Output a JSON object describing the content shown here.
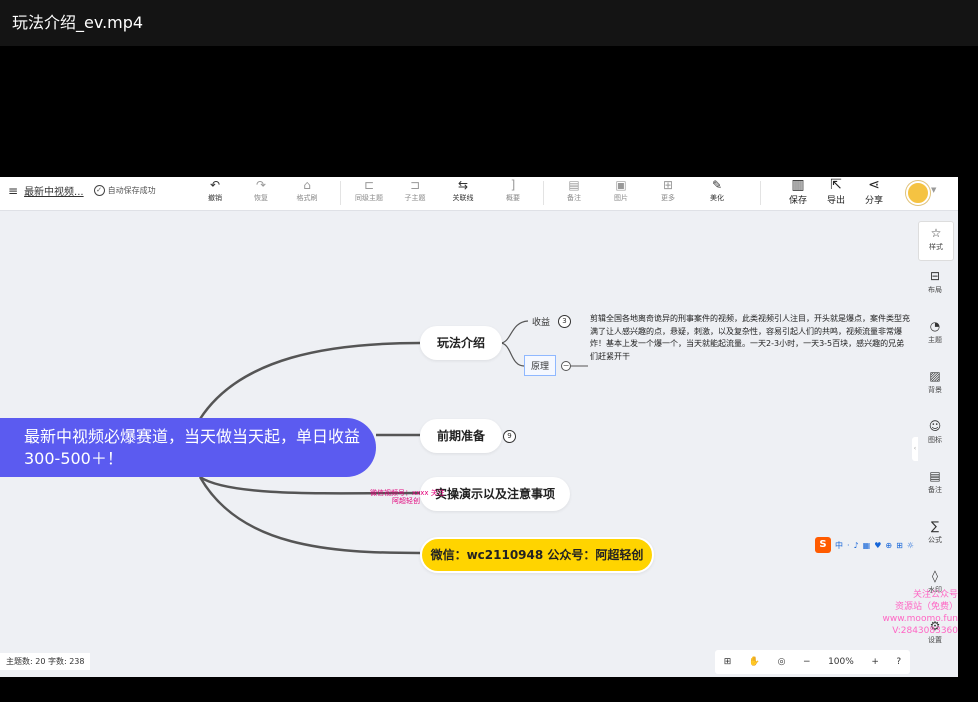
{
  "video": {
    "title": "玩法介绍_ev.mp4"
  },
  "app": {
    "doc_title": "最新中视频...",
    "autosave": "自动保存成功",
    "toolbar": [
      {
        "label": "撤销",
        "icon": "undo-icon",
        "glyph": "↶"
      },
      {
        "label": "恢复",
        "icon": "redo-icon",
        "glyph": "↷"
      },
      {
        "label": "格式刷",
        "icon": "format-brush-icon",
        "glyph": "⌂"
      },
      {
        "label": "同级主题",
        "icon": "sibling-topic-icon",
        "glyph": "⊏"
      },
      {
        "label": "子主题",
        "icon": "child-topic-icon",
        "glyph": "⊐"
      },
      {
        "label": "关联线",
        "icon": "relation-line-icon",
        "glyph": "⇆"
      },
      {
        "label": "概要",
        "icon": "summary-icon",
        "glyph": "]"
      },
      {
        "label": "备注",
        "icon": "note-icon",
        "glyph": "▤"
      },
      {
        "label": "图片",
        "icon": "image-icon",
        "glyph": "▣"
      },
      {
        "label": "更多",
        "icon": "more-icon",
        "glyph": "⊞"
      },
      {
        "label": "美化",
        "icon": "beautify-icon",
        "glyph": "✎"
      }
    ],
    "actions": [
      {
        "label": "保存",
        "icon": "save-icon",
        "glyph": "▥"
      },
      {
        "label": "导出",
        "icon": "export-icon",
        "glyph": "⇱"
      },
      {
        "label": "分享",
        "icon": "share-icon",
        "glyph": "⋖"
      }
    ],
    "sidebar": [
      {
        "label": "样式",
        "icon": "style-icon",
        "glyph": "☆"
      },
      {
        "label": "布局",
        "icon": "layout-icon",
        "glyph": "⊟"
      },
      {
        "label": "主题",
        "icon": "theme-icon",
        "glyph": "◔"
      },
      {
        "label": "背景",
        "icon": "background-icon",
        "glyph": "▨"
      },
      {
        "label": "图标",
        "icon": "emoji-icon",
        "glyph": "☺"
      },
      {
        "label": "备注",
        "icon": "note-icon",
        "glyph": "▤"
      },
      {
        "label": "公式",
        "icon": "formula-icon",
        "glyph": "∑"
      },
      {
        "label": "水印",
        "icon": "watermark-icon",
        "glyph": "◊"
      },
      {
        "label": "设置",
        "icon": "settings-icon",
        "glyph": "⚙"
      }
    ],
    "status": "主题数: 20  字数: 238",
    "zoom": "100%"
  },
  "mindmap": {
    "root": "最新中视频必爆赛道，当天做当天起，单日收益300-500＋！",
    "branches": [
      {
        "label": "玩法介绍"
      },
      {
        "label": "前期准备",
        "badge": "9"
      },
      {
        "label": "实操演示以及注意事项"
      },
      {
        "label": "微信：wc2110948  公众号：阿超轻创"
      }
    ],
    "sub": {
      "income": {
        "label": "收益",
        "badge": "3"
      },
      "principle": {
        "label": "原理"
      }
    },
    "description": "剪辑全国各地离奇诡异的刑事案件的视频，此类视频引人注目，开头就是爆点，案件类型充满了让人感兴趣的点，悬疑，刺激，以及复杂性，容易引起人们的共鸣，视频流量非常爆炸！基本上发一个爆一个，当天就能起流量。一天2-3小时，一天3-5百块，感兴趣的兄弟们赶紧开干"
  },
  "ime": {
    "brand": "S",
    "items": [
      "中",
      "·",
      "♪",
      "▦",
      "♥",
      "⊕",
      "⊞",
      "☼"
    ]
  },
  "watermark": [
    "关注公众号",
    "资源站（免费）",
    "www.moomo.fun",
    "V:2843083360"
  ],
  "overlay_text": [
    "微信视频号：xxxx 关注",
    "阿超轻创"
  ]
}
